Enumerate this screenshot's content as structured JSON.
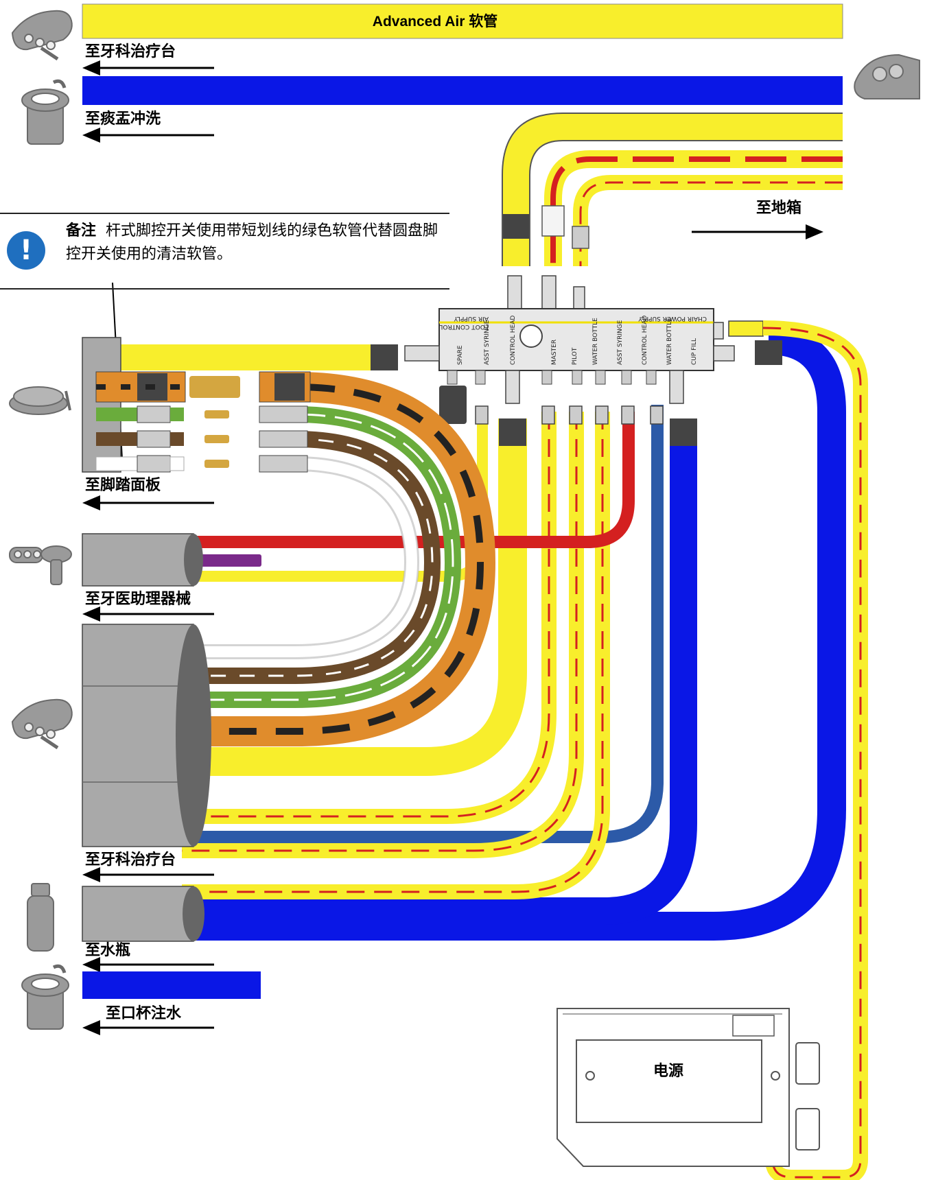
{
  "title": "Advanced Air 软管",
  "note": {
    "title": "备注",
    "text": "杆式脚控开关使用带短划线的绿色软管代替圆盘脚控开关使用的清洁软管。"
  },
  "labels": {
    "to_dental_chair_top": "至牙科治疗台",
    "to_cuspidor_rinse": "至痰盂冲洗",
    "to_floor_box": "至地箱",
    "to_foot_pedal": "至脚踏面板",
    "to_assistant_instruments": "至牙医助理器械",
    "to_dental_chair_bottom": "至牙科治疗台",
    "to_water_bottle": "至水瓶",
    "to_cup_fill": "至口杯注水",
    "power_supply": "电源"
  },
  "manifold_labels": {
    "air_supply": "AIR SUPPLY",
    "foot_control": "FOOT CONTROL",
    "chair_power_supply": "CHAIR POWER SUPPLY",
    "spare": "SPARE",
    "asst_syringe": "ASST SYRINGE",
    "control_head": "CONTROL HEAD",
    "master": "MASTER",
    "pilot": "PILOT",
    "water_bottle": "WATER BOTTLE",
    "asst_syringe_2": "ASST SYRINGE",
    "control_head_2": "CONTROL HEAD",
    "water_bottle_2": "WATER BOTTLE",
    "cup_fill": "CUP FILL"
  },
  "colors": {
    "yellow": "#f8ee2c",
    "blue": "#0a17e6",
    "dark_blue": "#2c5aa8",
    "red": "#d42020",
    "orange": "#e08c2c",
    "green": "#6aac3c",
    "brown": "#6a4a2a",
    "gray": "#a9a9a9",
    "purple": "#7a2a8a",
    "note_icon": "#1f6fbf"
  },
  "icons": [
    "control-head-icon",
    "cuspidor-icon",
    "chair-icon",
    "foot-pedal-icon",
    "assistant-instruments-icon",
    "water-bottle-icon",
    "cup-fill-icon"
  ]
}
